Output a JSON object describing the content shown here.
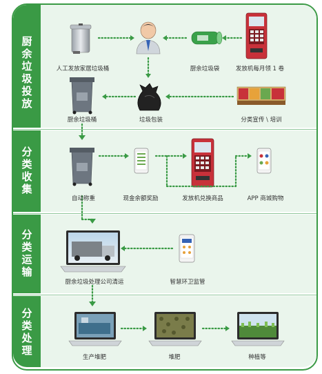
{
  "sections": [
    {
      "id": "s1",
      "title": "厨余垃圾投放"
    },
    {
      "id": "s2",
      "title": "分类收集"
    },
    {
      "id": "s3",
      "title": "分类运输"
    },
    {
      "id": "s4",
      "title": "分类处理"
    }
  ],
  "nodes": {
    "home_bin": "人工发放家居垃圾桶",
    "kitchen_bag": "厨余垃圾袋",
    "dispenser_coupon": "发放机每月领 1 卷",
    "kitchen_bin": "厨余垃圾桶",
    "trash_bag": "垃圾包装",
    "promo": "分类宣传 \\ 培训",
    "auto_weigh": "自动称重",
    "cash_reward": "现金余额奖励",
    "dispenser_redeem": "发放机兑换商品",
    "app_mall": "APP 商城购物",
    "company_transport": "厨余垃圾处理公司清运",
    "smart_monitor": "智慧环卫监管",
    "production_fertilizer": "生产堆肥",
    "compost": "堆肥",
    "planting": "种植等"
  },
  "colors": {
    "green": "#3a9a45",
    "band": "#eaf5ec",
    "red": "#c8313a"
  }
}
